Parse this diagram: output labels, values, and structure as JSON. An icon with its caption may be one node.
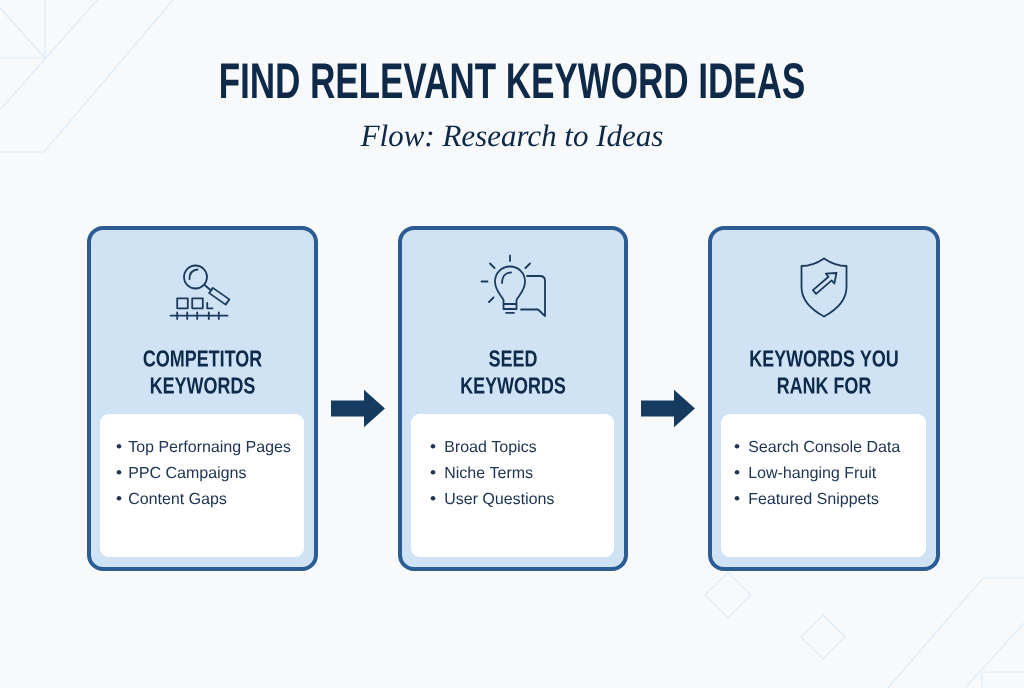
{
  "diagram": {
    "title": "FIND RELEVANT KEYWORD IDEAS",
    "nodes": [
      {
        "text": [
          "COMPETITOR KEYWORDS"
        ]
      },
      {
        "text": [
          "Top Perfornaing Pages",
          "PPC Campaigns",
          "Content Gaps"
        ],
        "in": 0
      },
      {
        "text": [
          "SEED KEYWORDS"
        ]
      },
      {
        "text": [
          "Broad Topics",
          "Niche Terms",
          "User Questions"
        ],
        "in": 2
      },
      {
        "text": [
          "KEYWORDS YOU RANK FOR"
        ]
      },
      {
        "text": [
          "Search Console Data",
          "Low-hanging Fruit",
          "Featured Snippets"
        ],
        "in": 4
      }
    ],
    "edges": [
      {
        "from": 0,
        "to": 2,
        "arrow": "to"
      },
      {
        "from": 2,
        "to": 4,
        "arrow": "to"
      }
    ],
    "labels": [
      "Flow: Research to Ideas"
    ]
  }
}
